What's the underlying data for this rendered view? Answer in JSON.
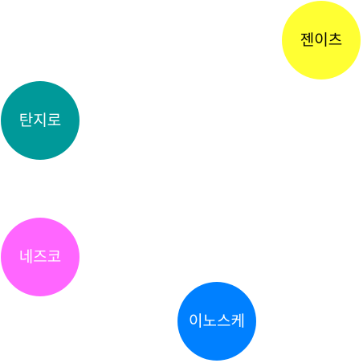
{
  "nodes": [
    {
      "id": "zenitsu",
      "label": "젠이츠",
      "fill": "#ffff33",
      "text_color": "#000000"
    },
    {
      "id": "tanjiro",
      "label": "탄지로",
      "fill": "#009999",
      "text_color": "#ffffff"
    },
    {
      "id": "nezuko",
      "label": "네즈코",
      "fill": "#ff66ff",
      "text_color": "#ffffff"
    },
    {
      "id": "inosuke",
      "label": "이노스케",
      "fill": "#0080ff",
      "text_color": "#ffffff"
    }
  ]
}
